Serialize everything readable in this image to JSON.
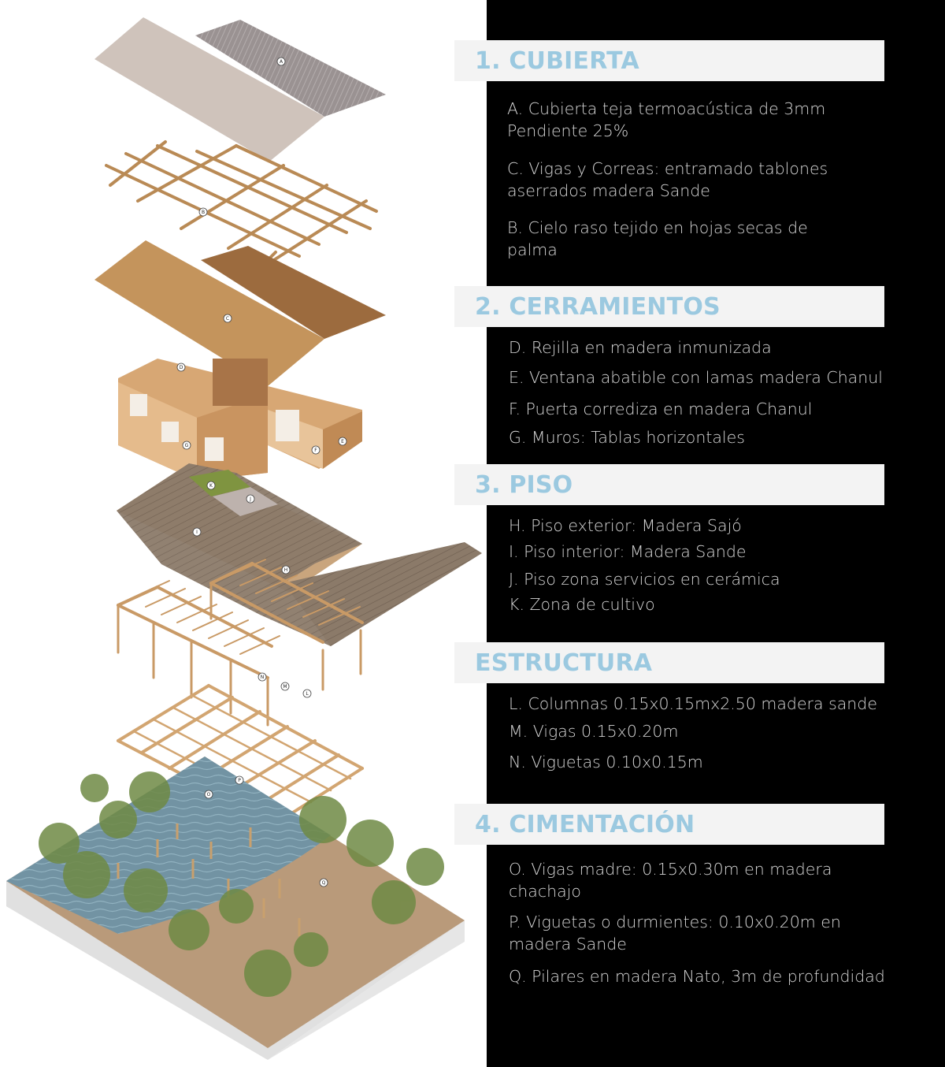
{
  "sections": [
    {
      "title": "1. CUBIERTA",
      "items": [
        "A. Cubierta teja termoacústica de 3mm\nPendiente 25%",
        "C. Vigas y Correas: entramado tablones\naserrados madera Sande",
        "B. Cielo raso tejido en hojas secas de\npalma"
      ]
    },
    {
      "title": "2. CERRAMIENTOS",
      "items": [
        "D. Rejilla en madera inmunizada",
        "E. Ventana abatible con lamas madera Chanul",
        "F. Puerta corrediza en madera Chanul",
        "G. Muros: Tablas horizontales"
      ]
    },
    {
      "title": "3. PISO",
      "items": [
        "H. Piso exterior: Madera Sajó",
        "I. Piso interior: Madera Sande",
        "J. Piso zona servicios en cerámica",
        "K. Zona de cultivo"
      ]
    },
    {
      "title": "ESTRUCTURA",
      "items": [
        "L. Columnas 0.15x0.15mx2.50 madera sande",
        "M. Vigas 0.15x0.20m",
        "N. Viguetas 0.10x0.15m"
      ]
    },
    {
      "title": "4. CIMENTACIÓN",
      "items": [
        "O. Vigas madre: 0.15x0.30m en madera\nchachajo",
        "P. Viguetas o durmientes: 0.10x0.20m en\nmadera Sande",
        "Q. Pilares en madera Nato, 3m de profundidad"
      ]
    }
  ],
  "diagram_labels": [
    "A",
    "B",
    "C",
    "D",
    "E",
    "F",
    "G",
    "K",
    "J",
    "I",
    "H",
    "N",
    "M",
    "L",
    "P",
    "O",
    "Q"
  ],
  "colors": {
    "panel_background": "#000000",
    "heading_text": "#9bc9e0",
    "heading_background": "#f3f3f3",
    "item_text": "#d6d6d6"
  }
}
